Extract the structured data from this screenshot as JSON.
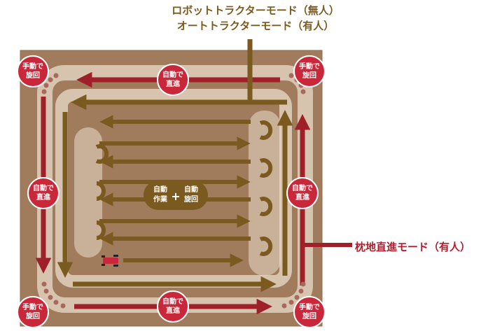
{
  "labels": {
    "robot_mode": "ロボットトラクターモード（無人）",
    "auto_mode": "オートトラクターモード（有人）",
    "headland_mode": "枕地直進モード（有人）"
  },
  "badges": {
    "manual_turn_line1": "手動で",
    "manual_turn_line2": "旋回",
    "auto_straight_line1": "自動で",
    "auto_straight_line2": "直進"
  },
  "center_badge": {
    "left_line1": "自動",
    "left_line2": "作業",
    "plus": "+",
    "right_line1": "自動",
    "right_line2": "旋回"
  },
  "colors": {
    "red": "#a0202a",
    "brown": "#7a5a1e",
    "badge_red": "#c9283a",
    "path_light": "#e9dccb",
    "field": "#a07c5c"
  }
}
